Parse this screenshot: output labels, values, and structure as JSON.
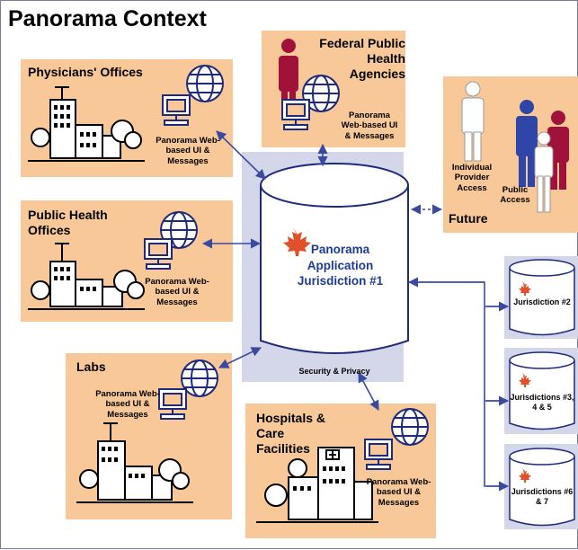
{
  "title": "Panorama Context",
  "panels": {
    "physicians": {
      "title": "Physicians' Offices",
      "caption": "Panorama Web-based UI & Messages"
    },
    "public_health": {
      "title": "Public Health Offices",
      "caption": "Panorama Web-based UI & Messages"
    },
    "labs": {
      "title": "Labs",
      "caption": "Panorama Web-based UI & Messages"
    },
    "hospitals": {
      "title": "Hospitals & Care Facilities",
      "caption": "Panorama Web-based UI & Messages"
    },
    "federal": {
      "title": "Federal Public Health Agencies",
      "caption": "Panorama Web-based UI & Messages"
    },
    "future": {
      "title": "Future",
      "individual": "Individual Provider Access",
      "public": "Public Access"
    }
  },
  "center": {
    "app_label": "Panorama Application Jurisdiction #1",
    "security": "Security & Privacy"
  },
  "jurisdictions": [
    {
      "label": "Jurisdiction #2"
    },
    {
      "label": "Jurisdictions #3, 4 & 5"
    },
    {
      "label": "Jurisdictions #6 & 7"
    }
  ],
  "colors": {
    "panel": "#f8c898",
    "center_panel": "#d4d6ea",
    "title_blue": "#1f3a96",
    "arrow": "#3a4aa0",
    "leaf": "#e0502a",
    "person_red": "#a0123a",
    "person_blue": "#3045a8"
  }
}
